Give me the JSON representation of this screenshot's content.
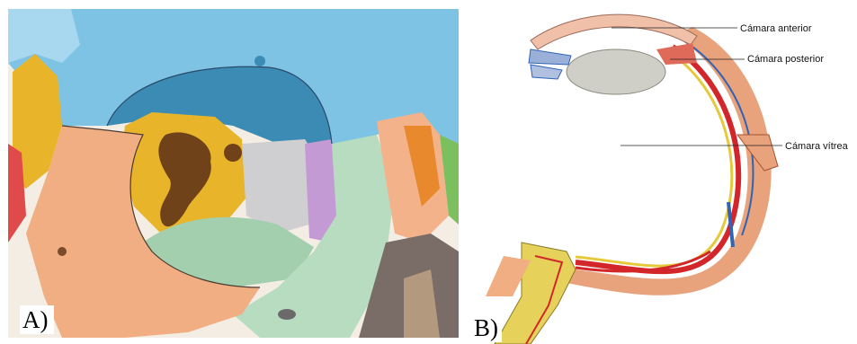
{
  "panels": {
    "a": {
      "label": "A)"
    },
    "b": {
      "label": "B)",
      "callouts": {
        "anterior": "Cámara anterior",
        "posterior": "Cámara posterior",
        "vitrea": "Cámara vítrea"
      }
    }
  },
  "colors": {
    "sky_blue": "#7ec3e4",
    "dark_blue": "#3b8bb5",
    "yellow": "#e8b52a",
    "peach": "#f0ae82",
    "green": "#a3cfae",
    "grey": "#cfcfd2",
    "purple": "#c49ad4",
    "sclera": "#e8a27c",
    "vessel_red": "#d2262a",
    "vessel_blue": "#2f63b5"
  }
}
